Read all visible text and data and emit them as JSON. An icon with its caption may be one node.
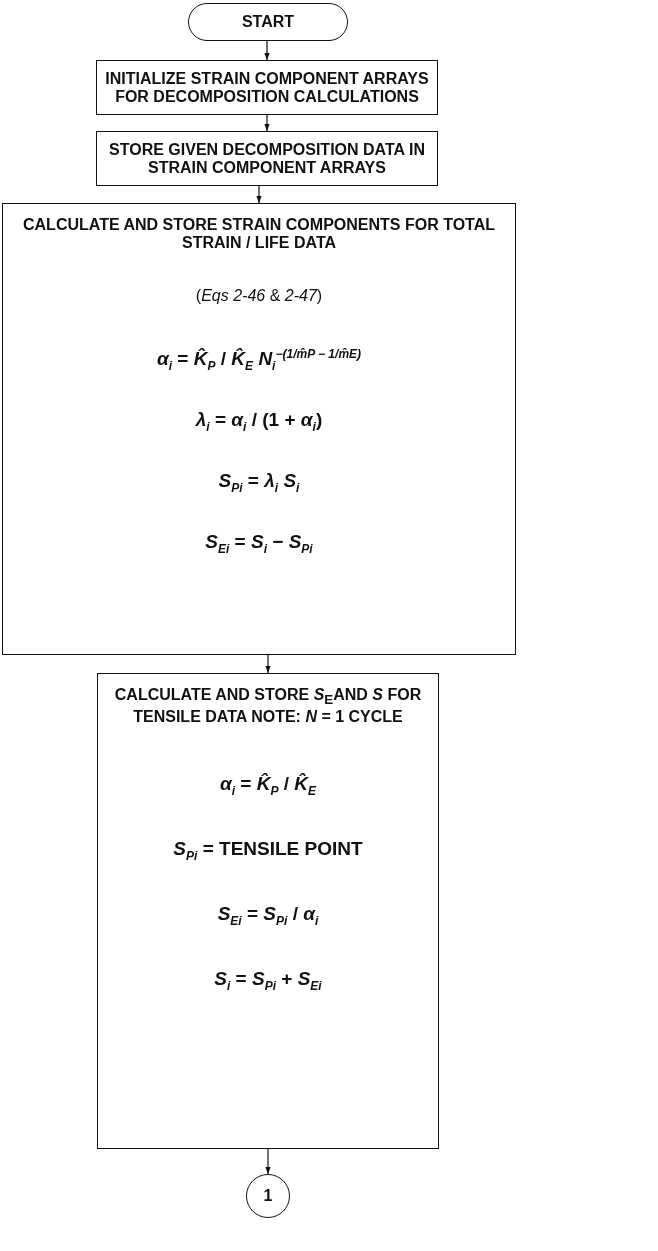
{
  "diagram": {
    "nodes": [
      {
        "text": [
          "START"
        ]
      },
      {
        "text": [
          "INITIALIZE STRAIN COMPONENT ARRAYS FOR DECOMPOSITION CALCULATIONS"
        ]
      },
      {
        "text": [
          "STORE GIVEN DECOMPOSITION DATA IN STRAIN COMPONENT ARRAYS"
        ]
      },
      {
        "text": [
          "CALCULATE AND STORE STRAIN COMPONENTS FOR TOTAL STRAIN / LIFE DATA",
          "(*Eqs 2-46* & *2-47*)",
          "*α*$_{i}$ = *K̂*$_{P}$ / *K̂*$_{E}$ *N*$_{i}$$^{−(1/m̂P − 1/m̂E)}$",
          "*λ*$_{i}$ = *α*$_{i}$ / (1 + *α*$_{i}$)",
          "*S*$_{Pi}$ = *λ*$_{i}$ *S*$_{i}$",
          "*S*$_{Ei}$ = *S*$_{i}$ − *S*$_{Pi}$"
        ]
      },
      {
        "text": [
          "CALCULATE AND STORE *S*$_{E}$AND *S* FOR TENSILE DATA NOTE: *N* = 1 CYCLE",
          "*α*$_{i}$ = *K̂*$_{P}$ / *K̂*$_{E}$",
          "*S*$_{Pi}$ = TENSILE POINT",
          "*S*$_{Ei}$ = *S*$_{Pi}$ / *α*$_{i}$",
          "*S*$_{i}$ = *S*$_{Pi}$ + *S*$_{Ei}$"
        ]
      },
      {
        "text": [
          "1"
        ]
      }
    ],
    "edges": [
      {
        "from": 0,
        "to": 1,
        "arrow": "to"
      },
      {
        "from": 1,
        "to": 2,
        "arrow": "to"
      },
      {
        "from": 2,
        "to": 3,
        "arrow": "to"
      },
      {
        "from": 3,
        "to": 4,
        "arrow": "to"
      },
      {
        "from": 4,
        "to": 5,
        "arrow": "to"
      }
    ]
  }
}
